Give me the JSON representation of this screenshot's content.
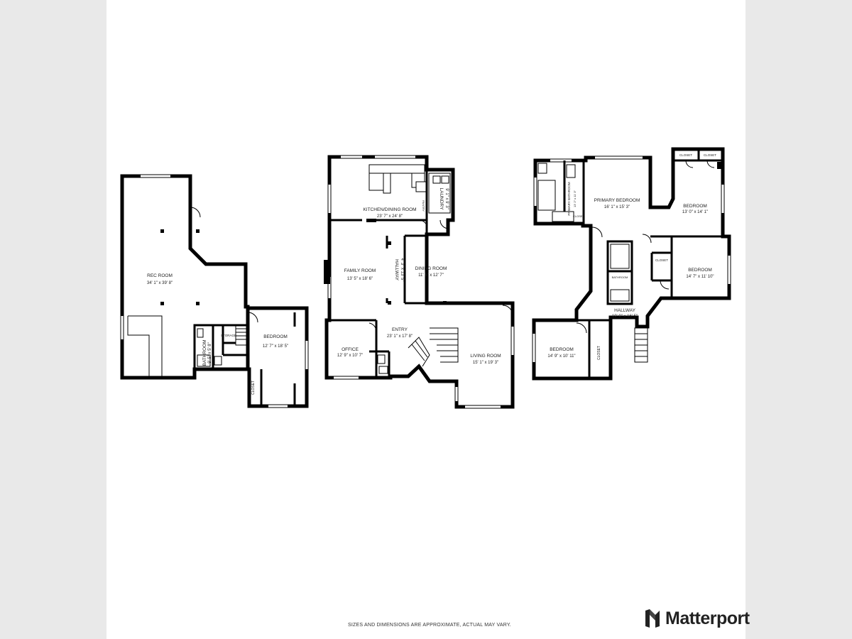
{
  "disclaimer": "SIZES AND DIMENSIONS ARE APPROXIMATE, ACTUAL MAY VARY.",
  "brand": "Matterport",
  "floors": [
    {
      "rooms": [
        {
          "name": "REC ROOM",
          "dims": "34' 1\" x 39' 8\""
        },
        {
          "name": "BEDROOM",
          "dims": "12' 7\" x 18' 5\""
        },
        {
          "name": "BATHROOM",
          "dims": "9' 5\" x 5' 8\""
        },
        {
          "name": "STORAGE",
          "dims": ""
        },
        {
          "name": "CLOSET",
          "dims": ""
        }
      ]
    },
    {
      "rooms": [
        {
          "name": "KITCHEN/DINING ROOM",
          "dims": "23' 7\" x 24' 8\""
        },
        {
          "name": "LAUNDRY",
          "dims": "9' 1\" x 9' 3\""
        },
        {
          "name": "PANTRY",
          "dims": ""
        },
        {
          "name": "FAMILY ROOM",
          "dims": "13' 5\" x 18' 6\""
        },
        {
          "name": "HALLWAY",
          "dims": "4' 3\" x 13' 5\""
        },
        {
          "name": "DINING ROOM",
          "dims": "11' 5\" x 12' 7\""
        },
        {
          "name": "ENTRY",
          "dims": "23' 1\" x 17' 8\""
        },
        {
          "name": "OFFICE",
          "dims": "12' 9\" x 10' 7\""
        },
        {
          "name": "LIVING ROOM",
          "dims": "15' 1\" x 19' 3\""
        }
      ]
    },
    {
      "rooms": [
        {
          "name": "PRIMARY BATHROOM",
          "dims": "13' 2\" x 11' 3\""
        },
        {
          "name": "PRIMARY BEDROOM",
          "dims": "16' 1\" x 15' 3\""
        },
        {
          "name": "BEDROOM",
          "dims": "13' 0\" x 14' 1\""
        },
        {
          "name": "CLOSET",
          "dims": ""
        },
        {
          "name": "CLOSET",
          "dims": ""
        },
        {
          "name": "CLOSET",
          "dims": ""
        },
        {
          "name": "BEDROOM",
          "dims": "14' 7\" x 11' 10\""
        },
        {
          "name": "BATHROOM",
          "dims": ""
        },
        {
          "name": "HALLWAY",
          "dims": "19' 9\" x 16' 5\""
        },
        {
          "name": "BEDROOM",
          "dims": "14' 9\" x 10' 11\""
        },
        {
          "name": "CLOSET",
          "dims": ""
        },
        {
          "name": "CLOSET",
          "dims": ""
        }
      ]
    }
  ]
}
